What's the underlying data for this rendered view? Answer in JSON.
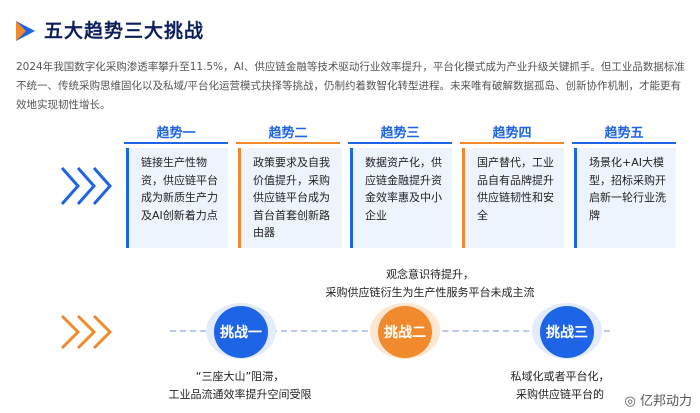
{
  "header": {
    "title": "五大趋势三大挑战"
  },
  "intro": {
    "text": "2024年我国数字化采购渗透率攀升至11.5%，AI、供应链金融等技术驱动行业效率提升，平台化模式成为产业升级关键抓手。但工业品数据标准不统一、传统采购思维固化以及私域/平台化运营模式抉择等挑战，仍制约着数智化转型进程。未来唯有破解数据孤岛、创新协作机制，才能更有效地实现韧性增长。"
  },
  "trends": [
    {
      "title": "趋势一",
      "text": "链接生产性物资，供应链平台成为新质生产力及AI创新着力点",
      "accent": "#1e64e6"
    },
    {
      "title": "趋势二",
      "text": "政策要求及自我价值提升，采购供应链平台成为首台首套创新路由器",
      "accent": "#f08a2c"
    },
    {
      "title": "趋势三",
      "text": "数据资产化，供应链金融提升资金效率惠及中小企业",
      "accent": "#1e64e6"
    },
    {
      "title": "趋势四",
      "text": "国产替代，工业品自有品牌提升供应链韧性和安全",
      "accent": "#f08a2c"
    },
    {
      "title": "趋势五",
      "text": "场景化+AI大模型，招标采购开启新一轮行业洗牌",
      "accent": "#1e64e6"
    }
  ],
  "challenges": [
    {
      "label": "挑战一",
      "note_lines": [
        "“三座大山”阻滞，",
        "工业品流通效率提升空间受限"
      ],
      "color": "#1e64e6"
    },
    {
      "label": "挑战二",
      "note_lines": [
        "观念意识待提升，",
        "采购供应链衍生为生产性服务平台未成主流"
      ],
      "color": "#f08a2c"
    },
    {
      "label": "挑战三",
      "note_lines": [
        "私域化或者平台化，",
        "采购供应链平台的"
      ],
      "color": "#1e64e6"
    }
  ],
  "watermark": "亿邦动力",
  "colors": {
    "blue": "#1e64e6",
    "orange": "#f08a2c",
    "navy": "#0a1f5c"
  }
}
